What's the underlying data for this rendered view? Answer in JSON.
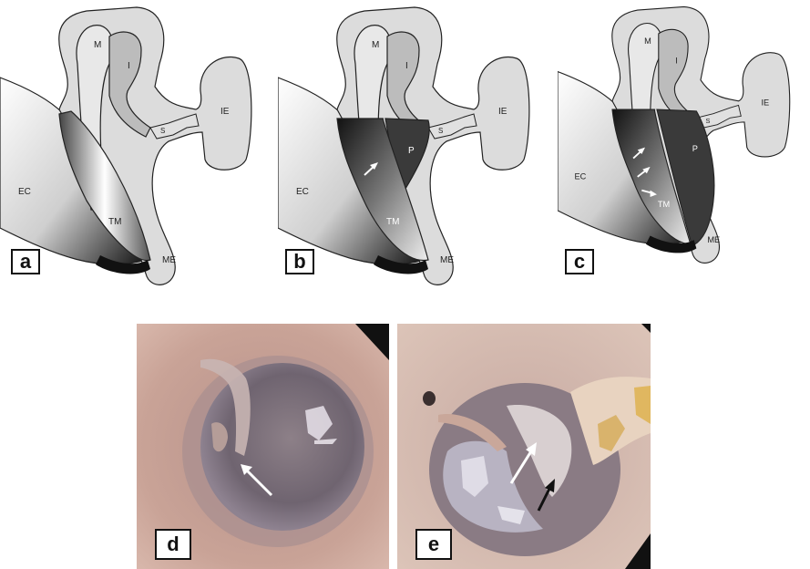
{
  "panels": [
    {
      "label": "a",
      "labels": {
        "m": "M",
        "i": "I",
        "ie": "IE",
        "s": "S",
        "ec": "EC",
        "tm": "TM",
        "me": "ME"
      }
    },
    {
      "label": "b",
      "labels": {
        "m": "M",
        "i": "I",
        "ie": "IE",
        "s": "S",
        "ec": "EC",
        "tm": "TM",
        "me": "ME",
        "p": "P"
      }
    },
    {
      "label": "c",
      "labels": {
        "m": "M",
        "i": "I",
        "ie": "IE",
        "s": "S",
        "ec": "EC",
        "tm": "TM",
        "me": "ME",
        "p": "P"
      }
    }
  ],
  "photos": [
    {
      "label": "d"
    },
    {
      "label": "e"
    }
  ],
  "colors": {
    "ossicle_fill": "#dcdcdc",
    "outline": "#222222",
    "canal_dark": "#1a1a1a",
    "pocket_dark": "#3a3a3a",
    "white_arrow": "#ffffff",
    "black_arrow": "#111111"
  }
}
